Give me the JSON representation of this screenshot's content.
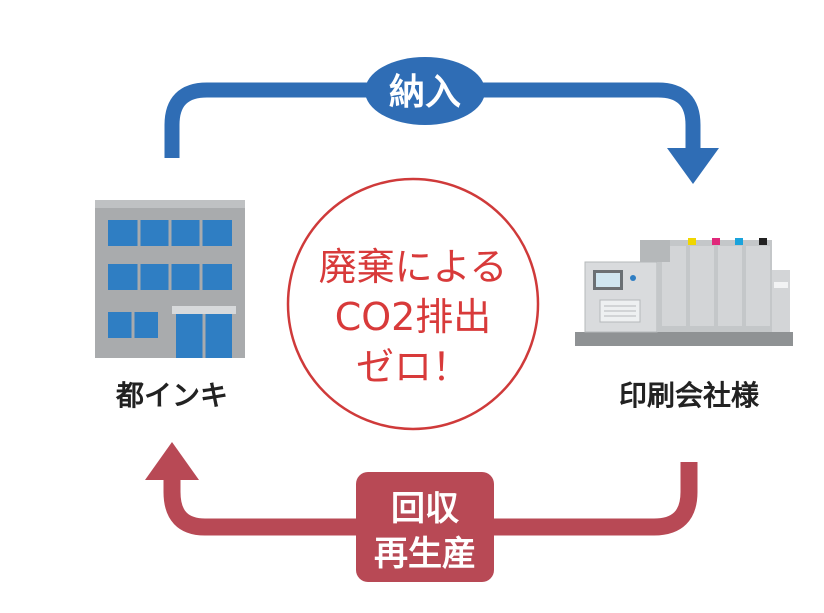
{
  "diagram": {
    "top_arrow_label": "納入",
    "bottom_arrow_label": [
      "回収",
      "再生産"
    ],
    "center_text": [
      "廃棄による",
      "CO2排出",
      "ゼロ！"
    ],
    "left_node": {
      "label": "都インキ",
      "icon": "office-building-icon"
    },
    "right_node": {
      "label": "印刷会社様",
      "icon": "printing-press-icon"
    }
  },
  "colors": {
    "top_arrow": "#2f6db5",
    "bottom_arrow": "#b84955",
    "center_circle": "#cf3a3a",
    "center_text": "#d83a3a",
    "node_label": "#222222"
  }
}
